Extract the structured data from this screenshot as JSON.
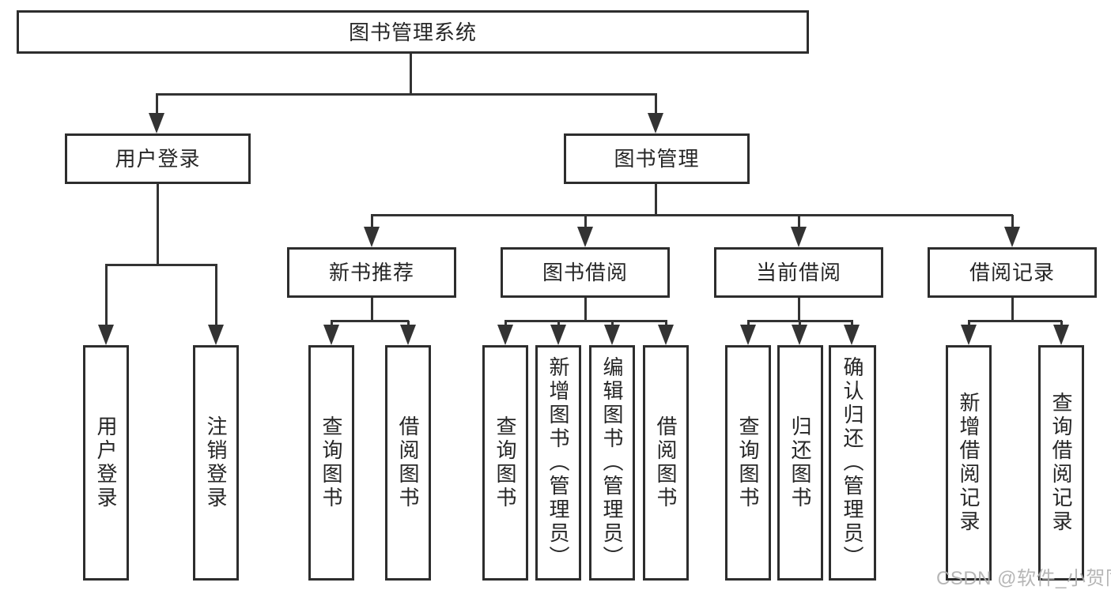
{
  "nodes": {
    "root": "图书管理系统",
    "user_login": "用户登录",
    "book_management": "图书管理",
    "new_book_recommend": "新书推荐",
    "book_borrow": "图书借阅",
    "current_borrow": "当前借阅",
    "borrow_record": "借阅记录",
    "user_login_leaf": "用户登录",
    "logout_leaf": "注销登录",
    "nb_query_book": "查询图书",
    "nb_borrow_book": "借阅图书",
    "bb_query_book": "查询图书",
    "bb_add_book": "新增图书（管理员）",
    "bb_edit_book": "编辑图书（管理员）",
    "bb_borrow_book": "借阅图书",
    "cb_query_book": "查询图书",
    "cb_return_book": "归还图书",
    "cb_confirm_return": "确认归还（管理员）",
    "br_add_record": "新增借阅记录",
    "br_query_record": "查询借阅记录"
  },
  "watermark": "CSDN @软件_小贺同学",
  "colors": {
    "line": "#333333",
    "box_border": "#2d2d2d",
    "text": "#262626",
    "watermark": "#b0b0b0",
    "background": "#ffffff"
  }
}
